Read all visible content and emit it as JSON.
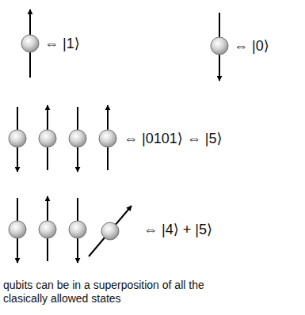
{
  "diagram": {
    "caption": "qubits can be in a superposition of all the clasically allowed states",
    "labels": [
      "⇔ |1⟩",
      "⇔ |0⟩",
      "⇔ |0101⟩ ⇔ |5⟩",
      "⇔ |4⟩ + |5⟩"
    ]
  }
}
